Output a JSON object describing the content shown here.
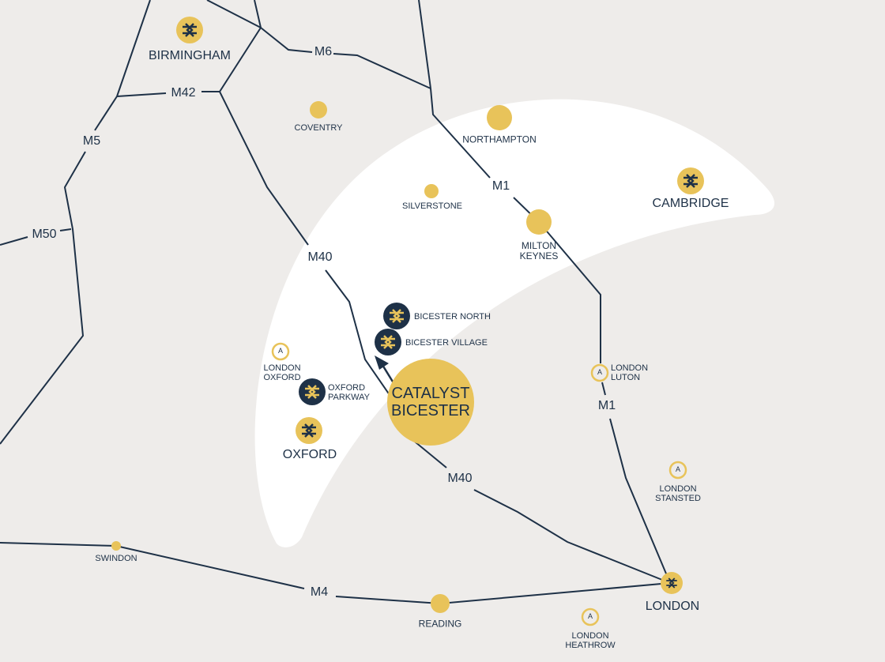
{
  "colors": {
    "background": "#eeecea",
    "zone": "#ffffff",
    "road": "#1e3147",
    "accent": "#e8c35a",
    "station_dark": "#1e3147"
  },
  "roads": {
    "m6": "M6",
    "m42": "M42",
    "m5": "M5",
    "m50": "M50",
    "m40_north": "M40",
    "m40_south": "M40",
    "m1_north": "M1",
    "m1_south": "M1",
    "m4": "M4"
  },
  "places": {
    "birmingham": "BIRMINGHAM",
    "coventry": "COVENTRY",
    "northampton": "NORTHAMPTON",
    "silverstone": "SILVERSTONE",
    "cambridge": "CAMBRIDGE",
    "milton_keynes_1": "MILTON",
    "milton_keynes_2": "KEYNES",
    "bicester_north": "BICESTER NORTH",
    "bicester_village": "BICESTER VILLAGE",
    "london_oxford_1": "LONDON",
    "london_oxford_2": "OXFORD",
    "oxford_parkway_1": "OXFORD",
    "oxford_parkway_2": "PARKWAY",
    "oxford": "OXFORD",
    "catalyst_1": "CATALYST",
    "catalyst_2": "BICESTER",
    "london_luton_1": "LONDON",
    "london_luton_2": "LUTON",
    "london_stansted_1": "LONDON",
    "london_stansted_2": "STANSTED",
    "swindon": "SWINDON",
    "reading": "READING",
    "london": "LONDON",
    "london_heathrow_1": "LONDON",
    "london_heathrow_2": "HEATHROW"
  },
  "airport_letter": "A",
  "icons": {
    "rail": "national-rail-icon",
    "airport": "airport-icon",
    "arrow": "direction-arrow-icon"
  }
}
